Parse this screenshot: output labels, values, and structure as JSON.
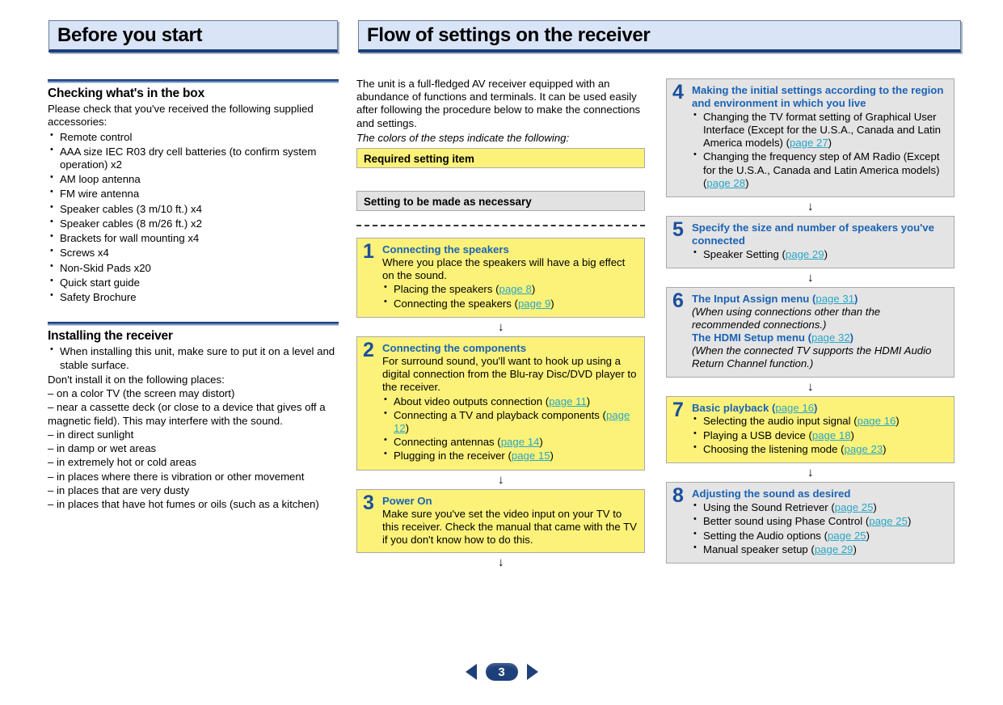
{
  "banners": {
    "left": "Before you start",
    "right": "Flow of settings on the receiver"
  },
  "left_column": {
    "section1": {
      "title": "Checking what's in the box",
      "intro": "Please check that you've received the following supplied accessories:",
      "items": [
        "Remote control",
        "AAA size IEC R03 dry cell batteries (to confirm system operation) x2",
        "AM loop antenna",
        "FM wire antenna",
        "Speaker cables (3 m/10 ft.) x4",
        "Speaker cables (8 m/26 ft.) x2",
        "Brackets for wall mounting x4",
        "Screws x4",
        "Non-Skid Pads x20",
        "Quick start guide",
        "Safety Brochure"
      ]
    },
    "section2": {
      "title": "Installing the receiver",
      "bullet": "When installing this unit, make sure to put it on a level and stable surface.",
      "intro": "Don't install it on the following places:",
      "dash_items": [
        "– on a color TV (the screen may distort)",
        "– near a cassette deck (or close to a device that gives off a magnetic field). This may interfere with the sound.",
        "– in direct sunlight",
        "– in damp or wet areas",
        "– in extremely hot or cold areas",
        "– in places where there is vibration or other movement",
        "– in places that are very dusty",
        "– in places that have hot fumes or oils (such as a kitchen)"
      ]
    }
  },
  "middle_column": {
    "intro": "The unit is a full-fledged AV receiver equipped with an abundance of functions and terminals. It can be used easily after following the procedure below to make the connections and settings.",
    "intro_italic": "The colors of the steps indicate the following:",
    "legend_required": "Required setting item",
    "legend_optional": "Setting to be made as necessary",
    "steps": {
      "s1": {
        "num": "1",
        "head": "Connecting the speakers",
        "body": "Where you place the speakers will have a big effect on the sound.",
        "items": [
          {
            "text": "Placing the speakers (",
            "link": "page 8",
            "tail": ")"
          },
          {
            "text": "Connecting the speakers (",
            "link": "page 9",
            "tail": ")"
          }
        ]
      },
      "s2": {
        "num": "2",
        "head": "Connecting the components",
        "body": "For surround sound, you'll want to hook up using a digital connection from the Blu-ray Disc/DVD player to the receiver.",
        "items": [
          {
            "text": "About video outputs connection (",
            "link": "page 11",
            "tail": ")"
          },
          {
            "text": "Connecting a TV and playback components (",
            "link": "page 12",
            "tail": ")"
          },
          {
            "text": "Connecting antennas (",
            "link": "page 14",
            "tail": ")"
          },
          {
            "text": "Plugging in the receiver (",
            "link": "page 15",
            "tail": ")"
          }
        ]
      },
      "s3": {
        "num": "3",
        "head": "Power On",
        "body": "Make sure you've set the video input on your TV to this receiver. Check the manual that came with the TV if you don't know how to do this."
      }
    }
  },
  "right_column": {
    "steps": {
      "s4": {
        "num": "4",
        "head": "Making the initial settings according to the region and environment in which you live",
        "items": [
          {
            "text": "Changing the TV format setting of Graphical User Interface (Except for the U.S.A., Canada and Latin America models) (",
            "link": "page 27",
            "tail": ")"
          },
          {
            "text": "Changing the frequency step of AM Radio (Except for the U.S.A., Canada and Latin America models) (",
            "link": "page 28",
            "tail": ")"
          }
        ]
      },
      "s5": {
        "num": "5",
        "head": "Specify the size and number of speakers you've connected",
        "items": [
          {
            "text": "Speaker Setting (",
            "link": "page 29",
            "tail": ")"
          }
        ]
      },
      "s6": {
        "num": "6",
        "head_a": "The Input Assign menu (",
        "link_a": "page 31",
        "head_a_tail": ")",
        "italic_a": "(When using connections other than the recommended connections.)",
        "head_b": "The HDMI Setup menu (",
        "link_b": "page 32",
        "head_b_tail": ")",
        "italic_b": "(When the connected TV supports the HDMI Audio Return Channel function.)"
      },
      "s7": {
        "num": "7",
        "head": "Basic playback (",
        "head_link": "page 16",
        "head_tail": ")",
        "items": [
          {
            "text": "Selecting the audio input signal (",
            "link": "page 16",
            "tail": ")"
          },
          {
            "text": "Playing a USB device (",
            "link": "page 18",
            "tail": ")"
          },
          {
            "text": "Choosing the listening mode (",
            "link": "page 23",
            "tail": ")"
          }
        ]
      },
      "s8": {
        "num": "8",
        "head": "Adjusting the sound as desired",
        "items": [
          {
            "text": "Using the Sound Retriever (",
            "link": "page 25",
            "tail": ")"
          },
          {
            "text": "Better sound using Phase Control (",
            "link": "page 25",
            "tail": ")"
          },
          {
            "text": "Setting the Audio options (",
            "link": "page 25",
            "tail": ")"
          },
          {
            "text": "Manual speaker setup (",
            "link": "page 29",
            "tail": ")"
          }
        ]
      }
    }
  },
  "footer": {
    "prev_icon": "triangle-left-icon",
    "page_number": "3",
    "next_icon": "triangle-right-icon"
  },
  "icons": {
    "arrow_down": "↓"
  },
  "colors": {
    "banner_fill": "#d9e4f7",
    "banner_underline": "#1d3f7a",
    "required_yellow": "#fcf279",
    "optional_gray": "#e4e4e4",
    "step_number_blue": "#1b4f9c",
    "step_heading_blue": "#1b63b5",
    "page_link_teal": "#2aa7c4"
  }
}
